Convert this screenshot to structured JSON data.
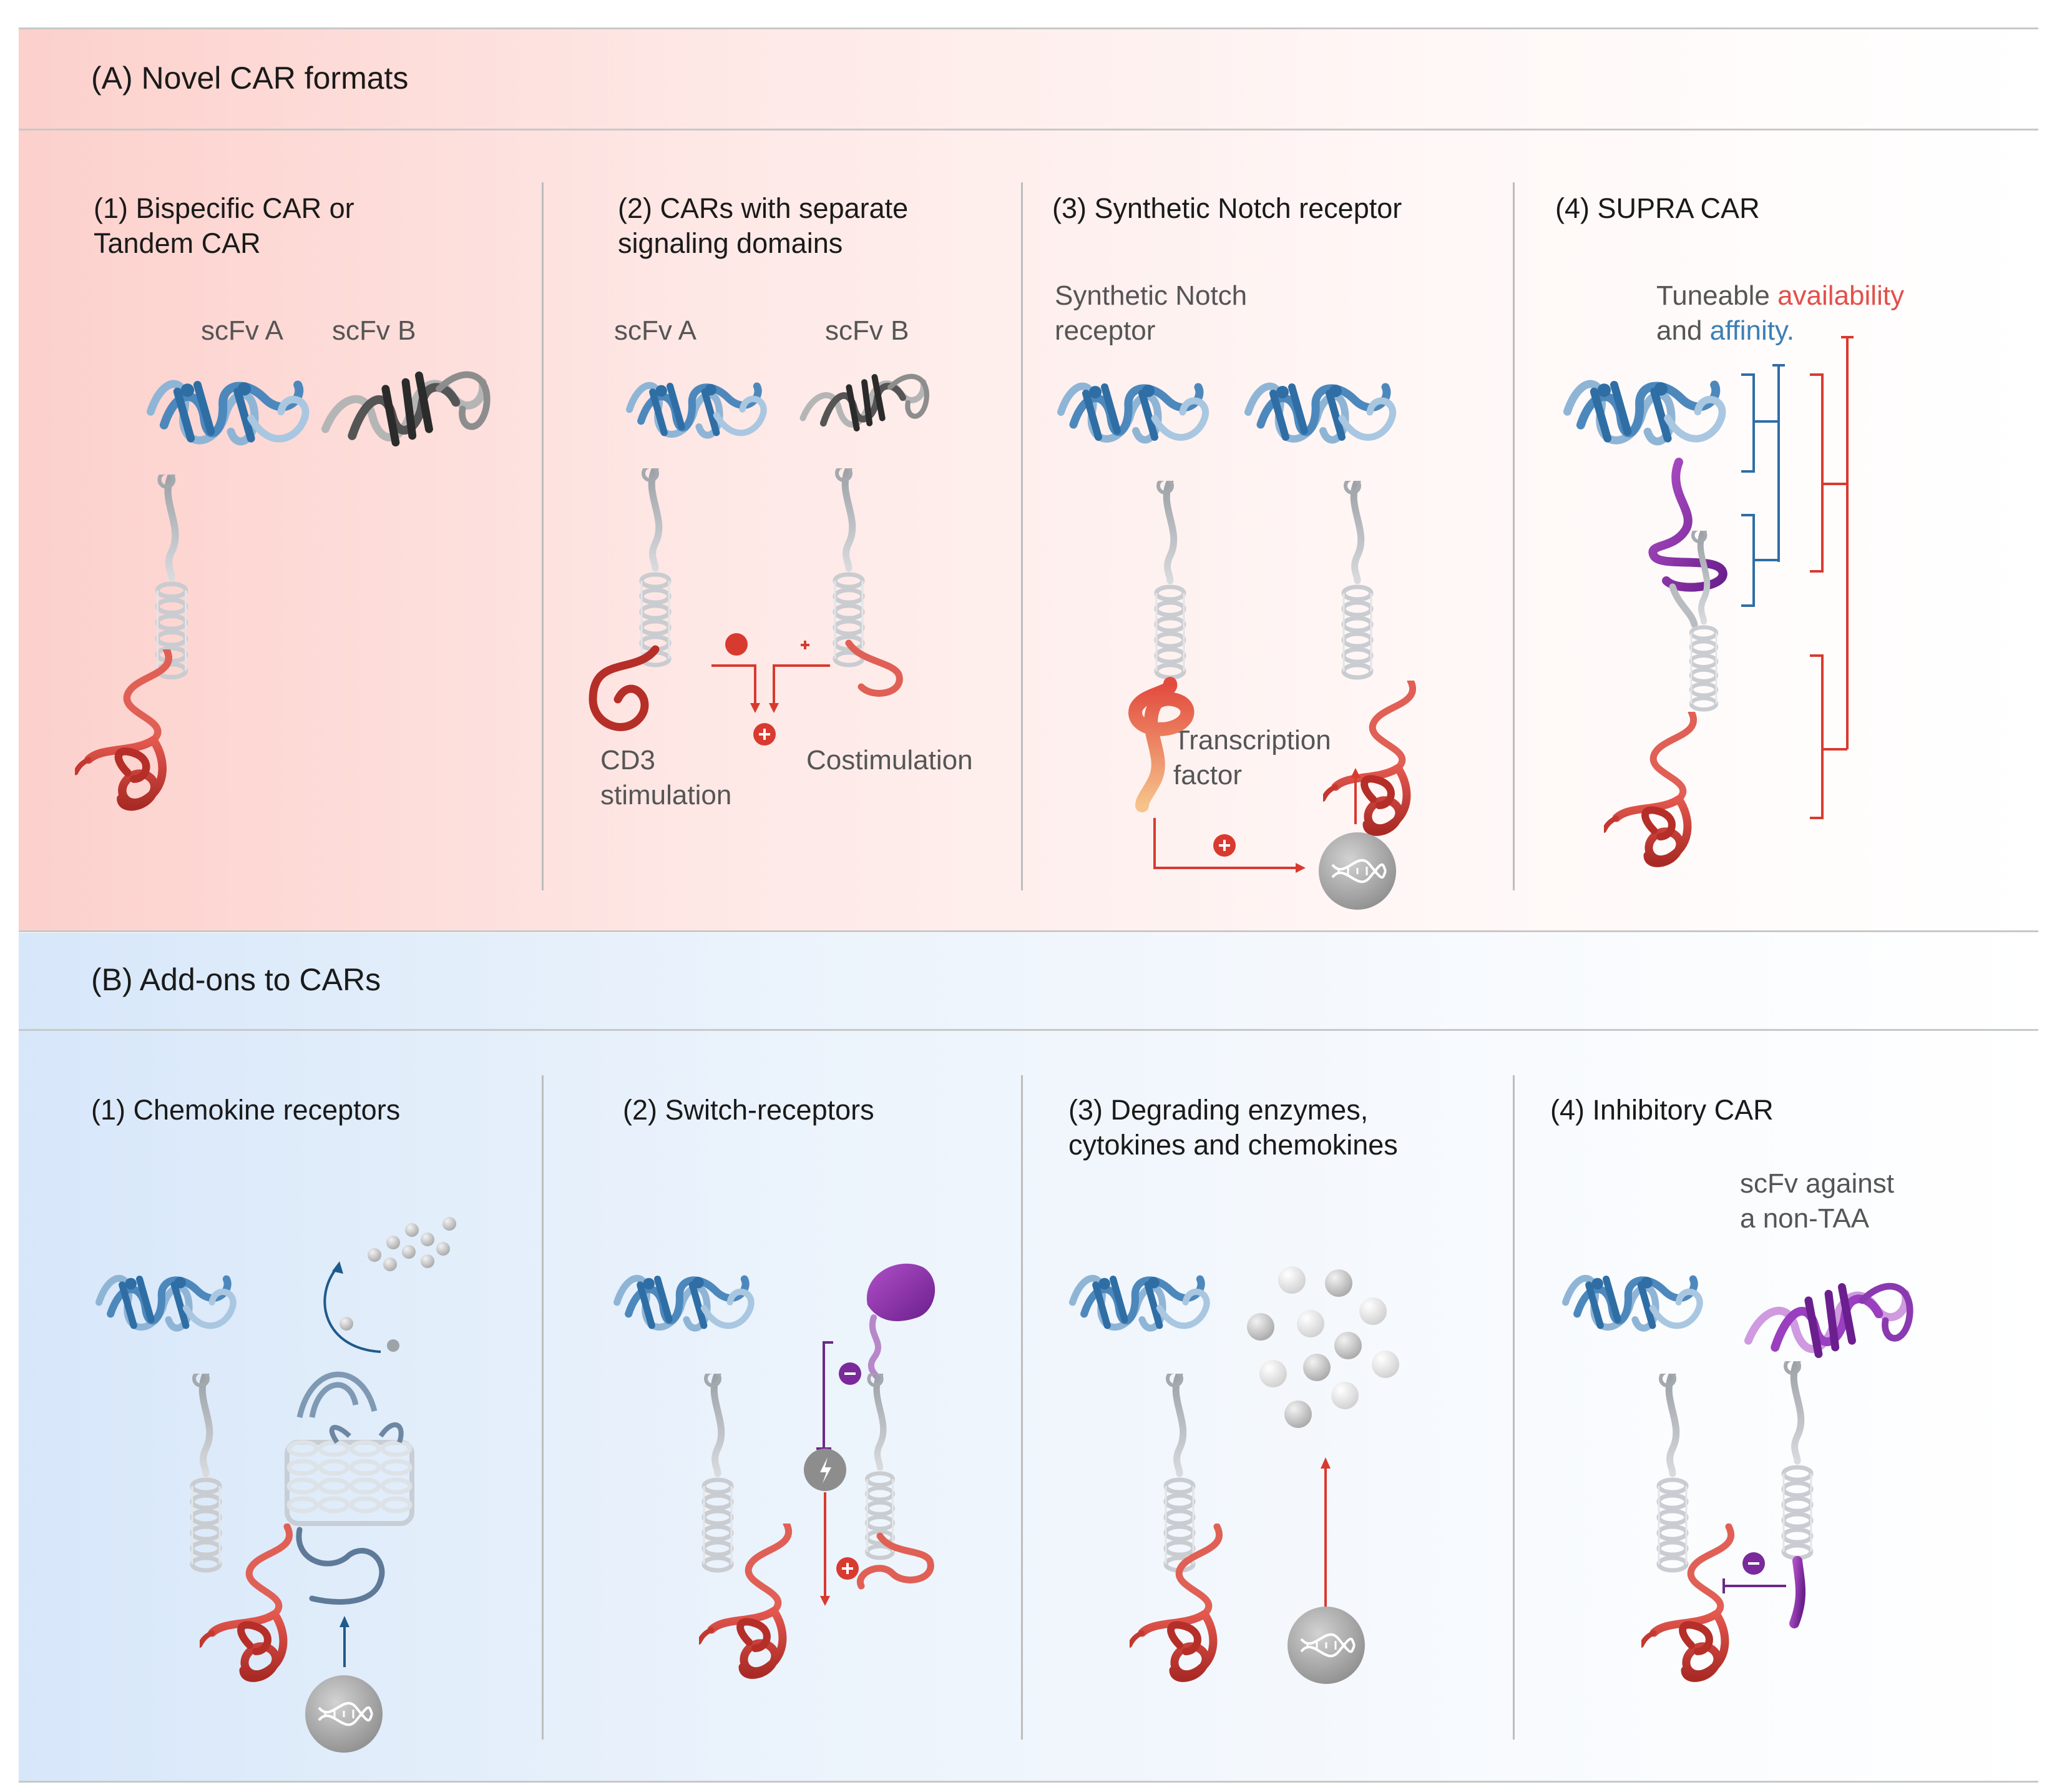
{
  "section_a": {
    "title": "(A) Novel CAR formats",
    "panels": [
      {
        "title": "(1) Bispecific CAR or\n     Tandem CAR",
        "labels": {
          "scfv_a": "scFv A",
          "scfv_b": "scFv B"
        }
      },
      {
        "title": "(2) CARs with separate\n     signaling domains",
        "labels": {
          "scfv_a": "scFv A",
          "scfv_b": "scFv B",
          "cd3": "CD3\nstimulation",
          "costim": "Costimulation"
        }
      },
      {
        "title": "(3) Synthetic Notch receptor",
        "labels": {
          "notch": "Synthetic Notch\nreceptor",
          "tf": "Transcription\nfactor"
        }
      },
      {
        "title": "(4) SUPRA CAR",
        "labels": {
          "tuneable": "Tuneable ",
          "availability": "availability",
          "and": "and ",
          "affinity": "affinity."
        }
      }
    ]
  },
  "section_b": {
    "title": "(B) Add-ons to CARs",
    "panels": [
      {
        "title": "(1) Chemokine receptors"
      },
      {
        "title": "(2) Switch-receptors"
      },
      {
        "title": "(3) Degrading enzymes,\n     cytokines and chemokines"
      },
      {
        "title": "(4) Inhibitory CAR",
        "labels": {
          "scfv": "scFv against\na non-TAA"
        }
      }
    ]
  },
  "colors": {
    "scfv_blue": "#3e7fb6",
    "scfv_dark": "#333333",
    "signal_red": "#c8302a",
    "inhibit_purple": "#7a2a9a",
    "hinge_grey": "#b9bcc0"
  }
}
